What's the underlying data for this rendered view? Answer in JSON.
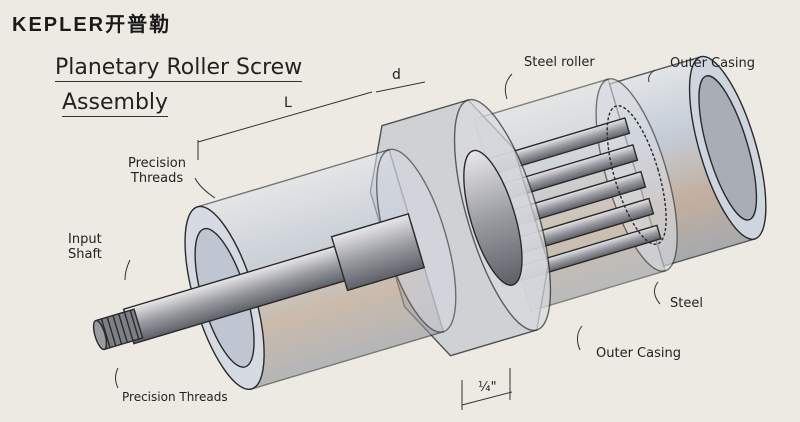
{
  "brand": {
    "logo_text": "KEPLER开普勒"
  },
  "title": {
    "line1": "Planetary Roller Screw",
    "line2": "Assembly"
  },
  "labels": {
    "steel_roller": "Steel roller",
    "outer_casing_top": "Outer Casing",
    "precision_threads_top": "Precision\nThreads",
    "input_shaft": "Input\nShaft",
    "precision_threads_bottom": "Precision Threads",
    "steel": "Steel",
    "outer_casing_bottom": "Outer Casing",
    "dim_L": "L",
    "dim_d": "d",
    "dim_quarter": "¼\""
  },
  "colors": {
    "paper": "#eceae2",
    "metal": "#b9b9bd",
    "blue_tint": "#aebfd6",
    "brown_tint": "#b89a82",
    "ink": "#222222"
  }
}
